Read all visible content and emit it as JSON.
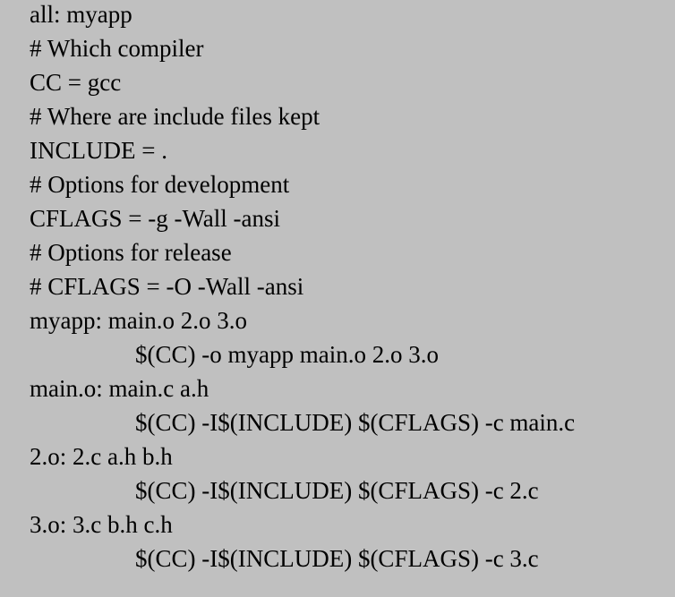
{
  "lines": [
    "all: myapp",
    "# Which compiler",
    "CC = gcc",
    "# Where are include files kept",
    "INCLUDE = .",
    "# Options for development",
    "CFLAGS = -g -Wall -ansi",
    "# Options for release",
    "# CFLAGS = -O -Wall -ansi",
    "myapp: main.o 2.o 3.o",
    "$(CC) -o myapp main.o 2.o 3.o",
    "main.o: main.c a.h",
    "$(CC) -I$(INCLUDE) $(CFLAGS) -c main.c",
    "2.o: 2.c a.h b.h",
    "$(CC) -I$(INCLUDE) $(CFLAGS) -c 2.c",
    "3.o: 3.c b.h c.h",
    "$(CC) -I$(INCLUDE) $(CFLAGS) -c 3.c"
  ],
  "colors": {
    "background": "#c0c0c0",
    "text": "#000000"
  }
}
